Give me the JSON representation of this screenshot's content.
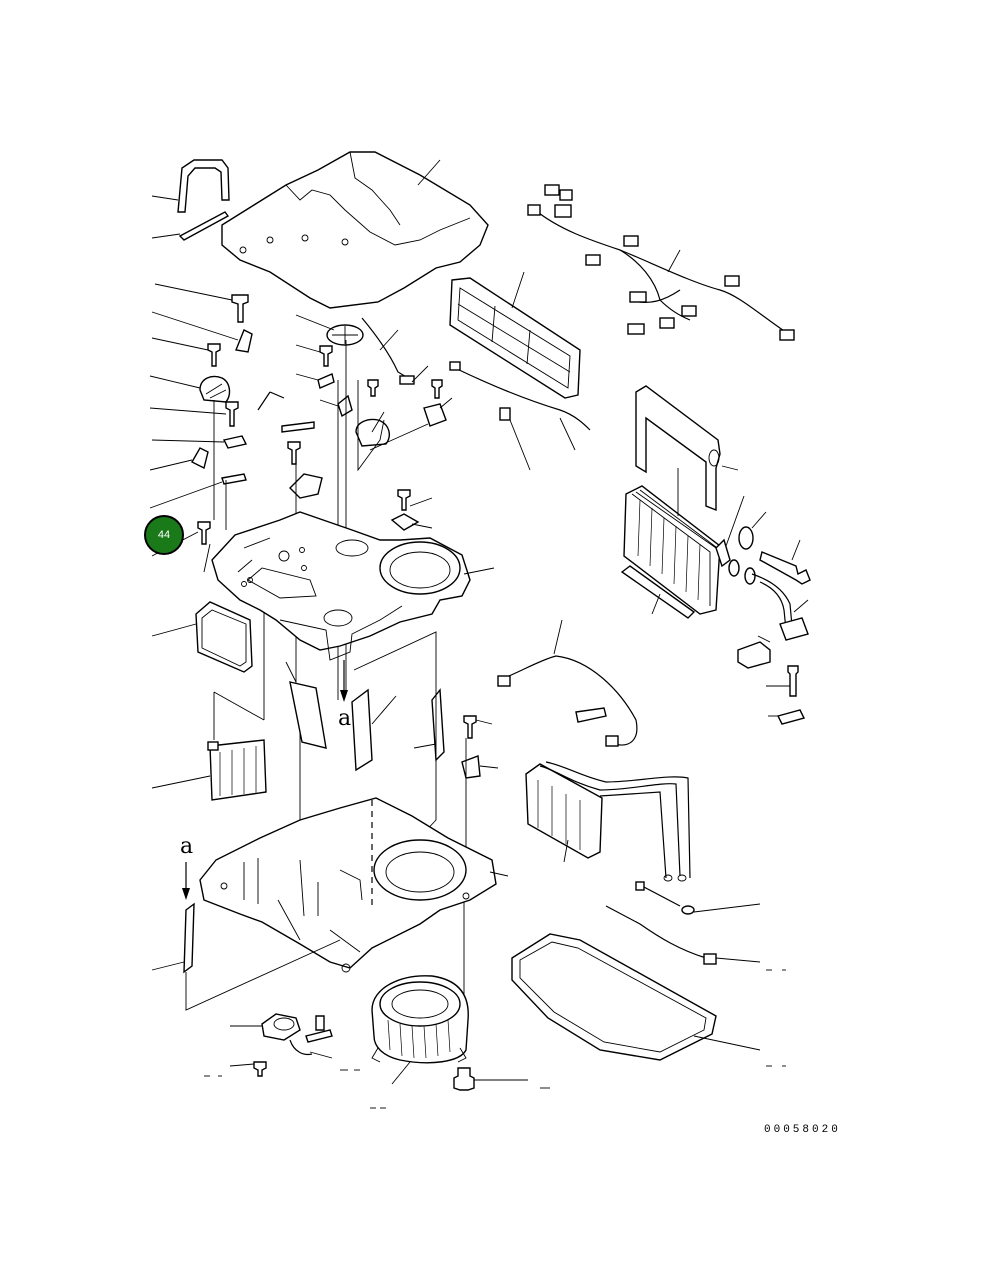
{
  "diagram": {
    "callout_label": "44",
    "reference_label": "00058020",
    "view_arrow_label": "a"
  },
  "colors": {
    "callout_fill": "#1a7a1a",
    "line": "#000000",
    "background": "#ffffff"
  }
}
